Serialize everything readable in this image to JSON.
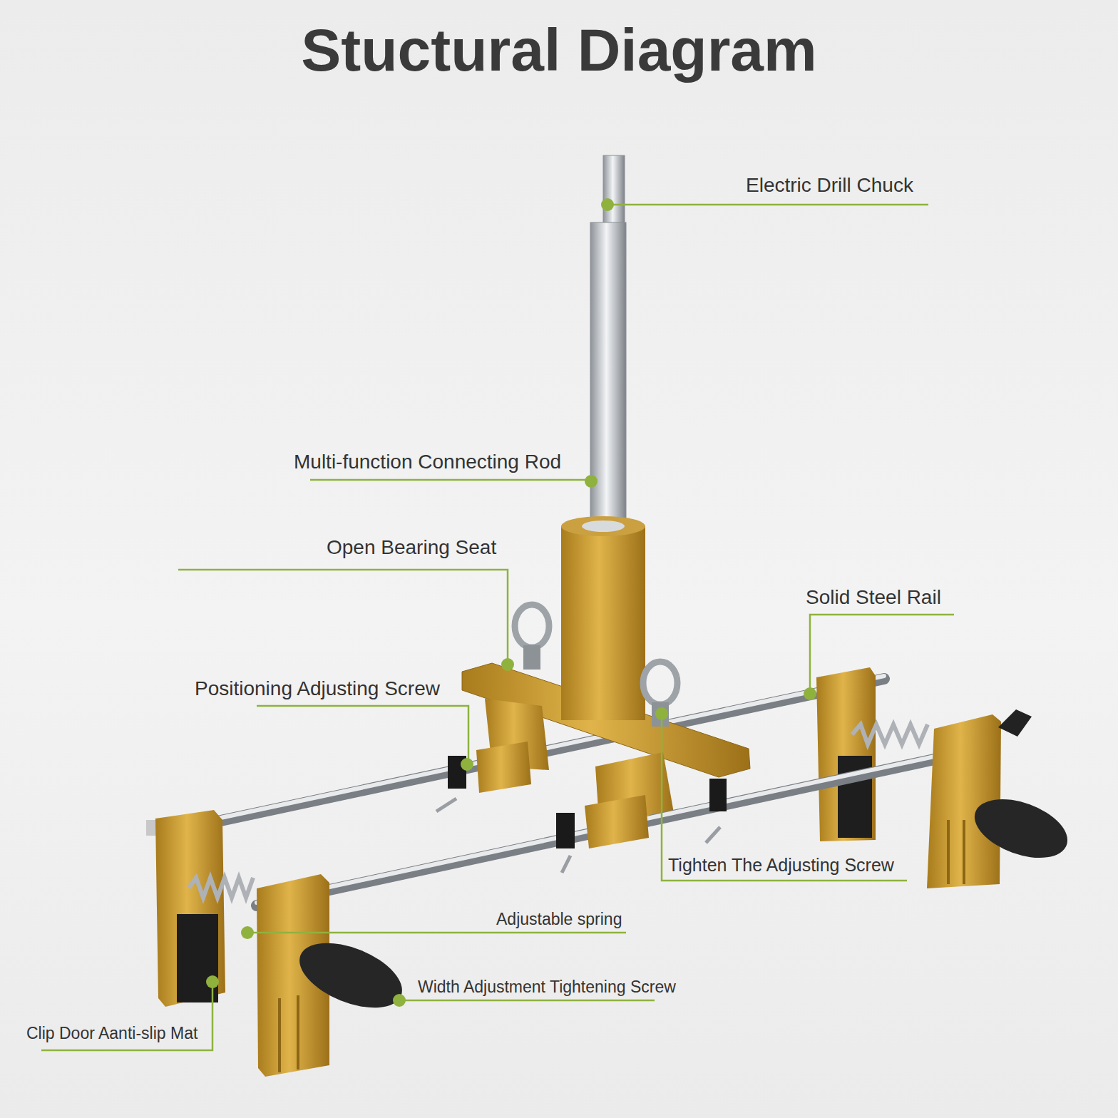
{
  "diagram": {
    "title": "Stuctural Diagram",
    "labels": [
      "Electric Drill Chuck",
      "Multi-function Connecting Rod",
      "Open Bearing Seat",
      "Solid Steel Rail",
      "Positioning Adjusting Screw",
      "Tighten The Adjusting Screw",
      "Adjustable spring",
      "Width Adjustment Tightening Screw",
      "Clip Door Aanti-slip Mat"
    ]
  }
}
